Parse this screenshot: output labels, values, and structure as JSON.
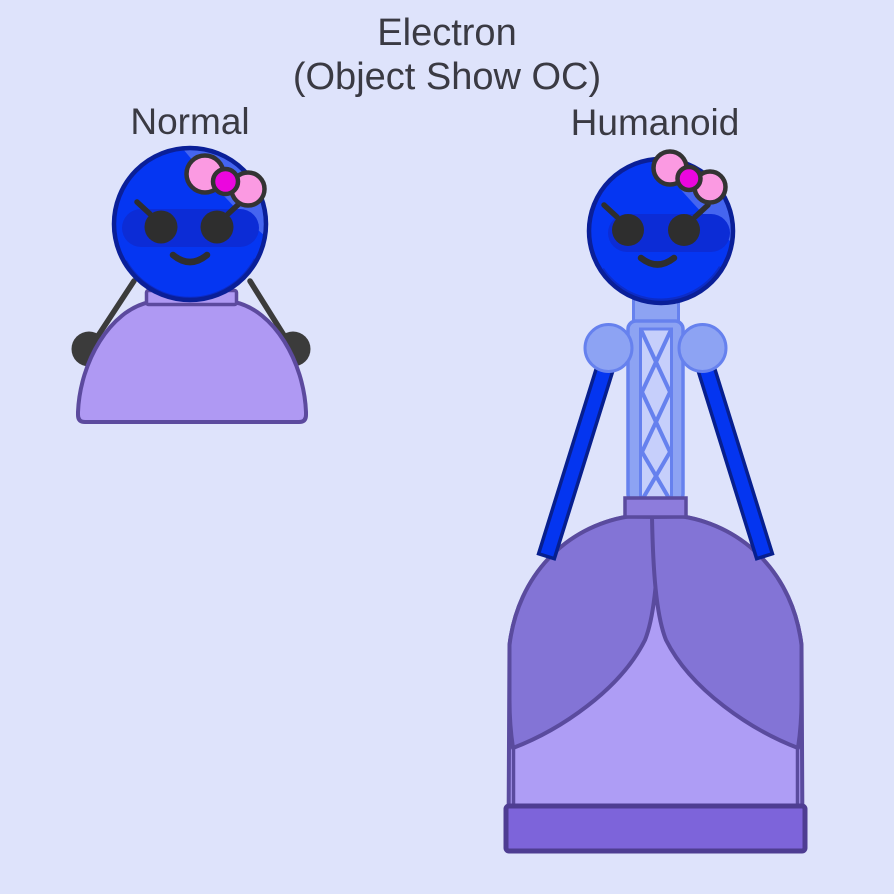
{
  "title": {
    "line1": "Electron",
    "line2": "(Object Show OC)"
  },
  "figures": [
    {
      "label": "Normal"
    },
    {
      "label": "Humanoid"
    }
  ],
  "palette": {
    "background": "#dee3fb",
    "text_color": "#3a3a43",
    "head_blue": "#0536f2",
    "head_outline": "#0a1f98",
    "head_highlight": "#4565f0",
    "head_shadow": "#0c2cc8",
    "visor_blue": "#0c2cd6",
    "face_dark": "#2e2e2e",
    "bow_pink": "#fb9ae2",
    "bow_magenta": "#eb06de",
    "bow_outline": "#333333",
    "arm_hand_dark": "#3b3b3b",
    "dress_lilac": "#af99f3",
    "dress_outline": "#5c4a9e",
    "periwinkle": "#8da3f3",
    "periwinkle_light": "#c6cffb",
    "periwinkle_outline": "#6681ee",
    "arm_blue": "#0435f0",
    "arm_outline": "#071f8e",
    "drape_purple": "#8374d6",
    "underskirt_lilac": "#ae9df5",
    "waistband_purple": "#8d7cdc",
    "hem_purple": "#7d64da",
    "hem_outline": "#4e3d92"
  }
}
